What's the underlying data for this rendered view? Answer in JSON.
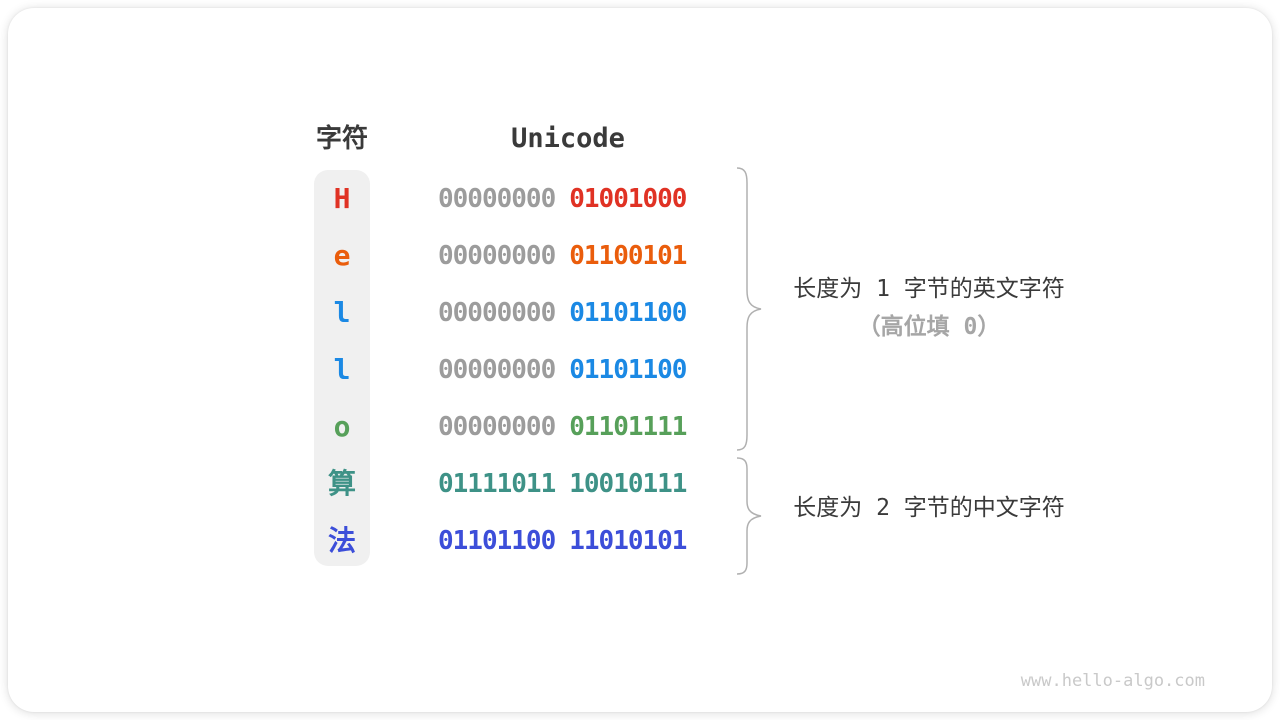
{
  "table": {
    "headers": {
      "char": "字符",
      "unicode": "Unicode"
    },
    "rows": [
      {
        "char": "H",
        "color": "#e03224",
        "byte1": "00000000",
        "byte1_color": "#9c9c9c",
        "byte2": "01001000",
        "byte2_color": "#e03224"
      },
      {
        "char": "e",
        "color": "#ea5d0c",
        "byte1": "00000000",
        "byte1_color": "#9c9c9c",
        "byte2": "01100101",
        "byte2_color": "#ea5d0c"
      },
      {
        "char": "l",
        "color": "#1b89e4",
        "byte1": "00000000",
        "byte1_color": "#9c9c9c",
        "byte2": "01101100",
        "byte2_color": "#1b89e4"
      },
      {
        "char": "l",
        "color": "#1b89e4",
        "byte1": "00000000",
        "byte1_color": "#9c9c9c",
        "byte2": "01101100",
        "byte2_color": "#1b89e4"
      },
      {
        "char": "o",
        "color": "#57a05a",
        "byte1": "00000000",
        "byte1_color": "#9c9c9c",
        "byte2": "01101111",
        "byte2_color": "#57a05a"
      },
      {
        "char": "算",
        "color": "#3e9287",
        "byte1": "01111011",
        "byte1_color": "#3e9287",
        "byte2": "10010111",
        "byte2_color": "#3e9287"
      },
      {
        "char": "法",
        "color": "#3c4ed9",
        "byte1": "01101100",
        "byte1_color": "#3c4ed9",
        "byte2": "11010101",
        "byte2_color": "#3c4ed9"
      }
    ]
  },
  "annotations": {
    "group1_line1": "长度为 1 字节的英文字符",
    "group1_line2": "（高位填 0）",
    "group2": "长度为 2 字节的中文字符"
  },
  "watermark": "www.hello-algo.com",
  "colors": {
    "pill_bg": "#f0f0f0",
    "gray_byte": "#9c9c9c",
    "text_dark": "#3a3a3a",
    "text_muted": "#a6a6a6",
    "brace": "#b0b0b0",
    "watermark": "#c9c9c9"
  }
}
